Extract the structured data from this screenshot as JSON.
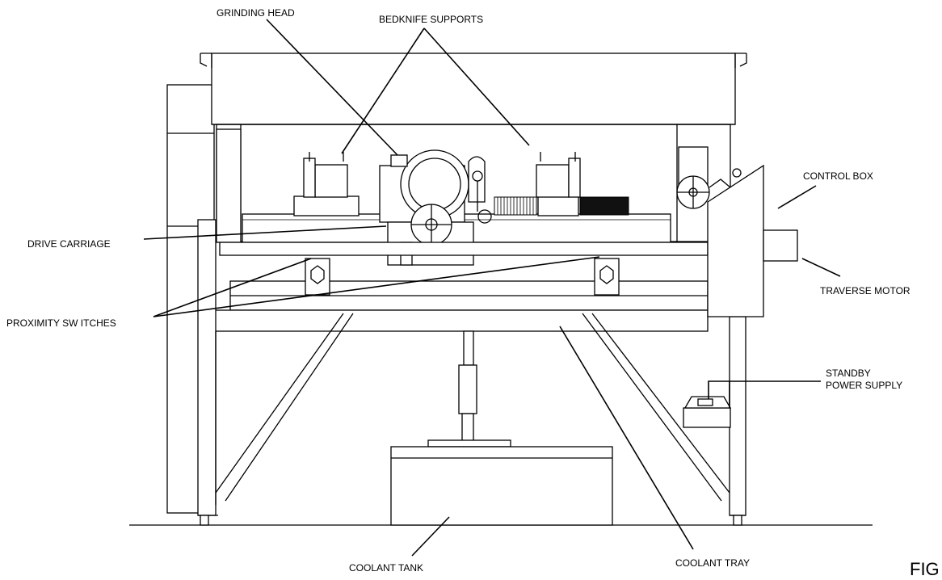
{
  "labels": {
    "grinding_head": "GRINDING HEAD",
    "bedknife_supports": "BEDKNIFE SUPPORTS",
    "control_box": "CONTROL BOX",
    "drive_carriage": "DRIVE CARRIAGE",
    "traverse_motor": "TRAVERSE MOTOR",
    "proximity_switches": "PROXIMITY SW ITCHES",
    "standby_line1": "STANDBY",
    "standby_line2": "POWER SUPPLY",
    "coolant_tank": "COOLANT TANK",
    "coolant_tray": "COOLANT TRAY",
    "figure_fragment": "FIG"
  },
  "colors": {
    "line": "#000000",
    "background": "#ffffff"
  }
}
